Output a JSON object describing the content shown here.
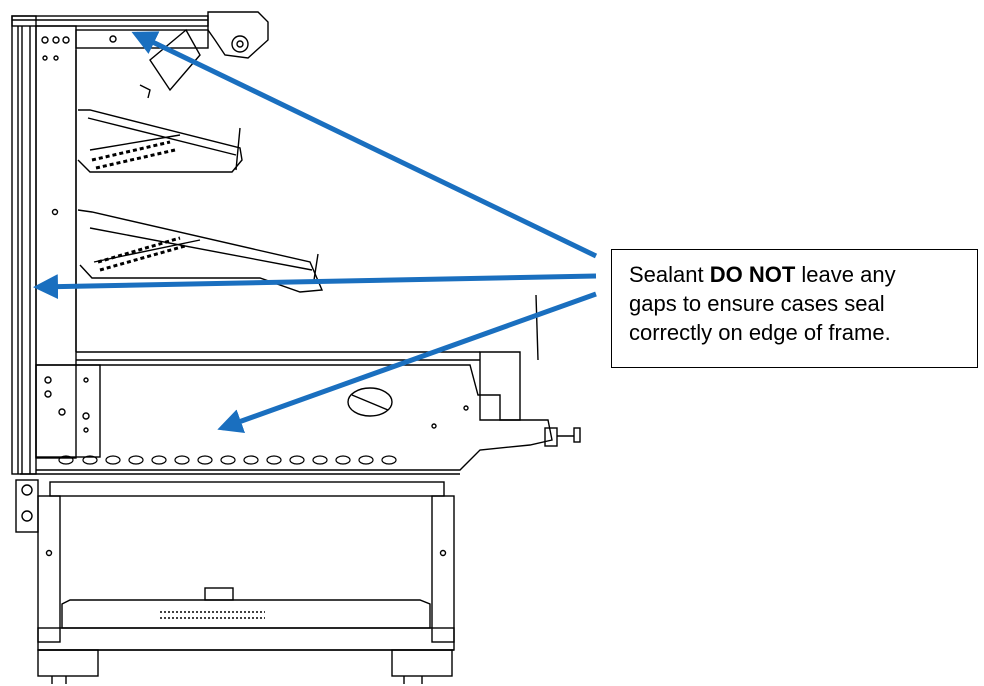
{
  "callout": {
    "prefix": "Sealant ",
    "emphasis": "DO NOT",
    "line1_rest": " leave any",
    "line2": "gaps to ensure cases seal",
    "line3": "correctly on edge of frame."
  },
  "colors": {
    "arrow": "#1a6fbf",
    "linework": "#000000",
    "background": "#ffffff"
  }
}
